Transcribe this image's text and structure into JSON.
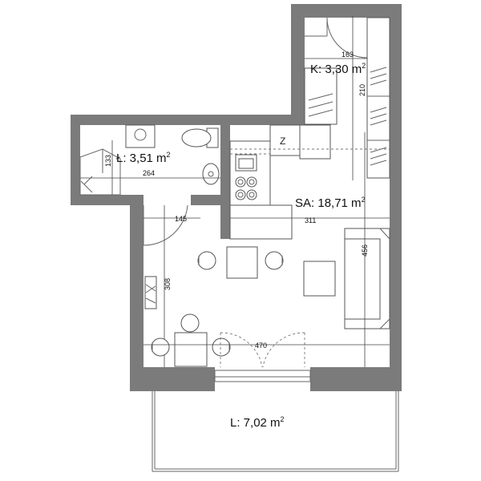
{
  "rooms": {
    "kitchen": {
      "prefix": "K",
      "area": ": 3,30 m",
      "sup": "2"
    },
    "bathroom": {
      "prefix": "Ł",
      "area": ": 3,51 m",
      "sup": "2"
    },
    "living": {
      "prefix": "SA",
      "area": ": 18,71 m",
      "sup": "2"
    },
    "balcony": {
      "prefix": "L",
      "area": ": 7,02 m",
      "sup": "2"
    }
  },
  "dimensions": {
    "kitchen_width": "163",
    "kitchen_depth": "210",
    "bath_width": "264",
    "bath_depth": "133",
    "hall_width": "145",
    "living_width": "311",
    "living_depth": "456",
    "hall_depth": "308",
    "total_width": "470"
  },
  "fixtures": {
    "fridge_mark": "Z"
  },
  "colors": {
    "wall": "#7b7b7b",
    "line": "#555555",
    "background": "#ffffff"
  }
}
